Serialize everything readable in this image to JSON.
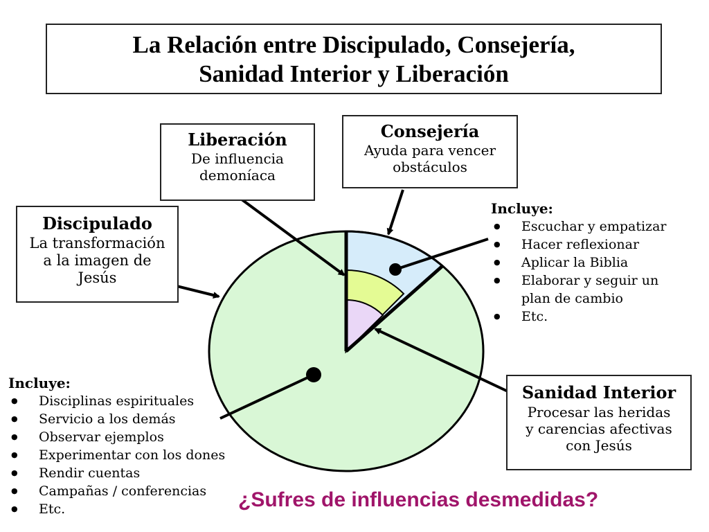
{
  "title": {
    "line1": "La Relación entre Discipulado, Consejería,",
    "line2": "Sanidad Interior y Liberación"
  },
  "liberacion": {
    "heading": "Liberación",
    "line1": "De influencia",
    "line2": "demoníaca"
  },
  "consejeria": {
    "heading": "Consejería",
    "line1": "Ayuda para vencer",
    "line2": "obstáculos",
    "includes_title": "Incluye:",
    "items": [
      "Escuchar y empatizar",
      "Hacer reflexionar",
      "Aplicar la Biblia",
      "Elaborar y seguir un",
      "plan de cambio",
      "Etc."
    ]
  },
  "discipulado": {
    "heading": "Discipulado",
    "line1": "La transformación",
    "line2": "a la imagen de",
    "line3": "Jesús",
    "includes_title": "Incluye:",
    "items": [
      "Disciplinas espirituales",
      "Servicio a los demás",
      "Observar ejemplos",
      "Experimentar con los dones",
      "Rendir cuentas",
      "Campañas / conferencias",
      "Etc."
    ]
  },
  "sanidad": {
    "heading": "Sanidad Interior",
    "line1": "Procesar las heridas",
    "line2": "y carencias afectivas",
    "line3": "con Jesús"
  },
  "question": "¿Sufres de influencias desmedidas?",
  "colors": {
    "discipulado_fill": "#d9f7d6",
    "consejeria_fill": "#d6ecfa",
    "liberacion_fill": "#e4fb94",
    "sanidad_fill": "#ead7f7",
    "question_color": "#a0156a"
  }
}
